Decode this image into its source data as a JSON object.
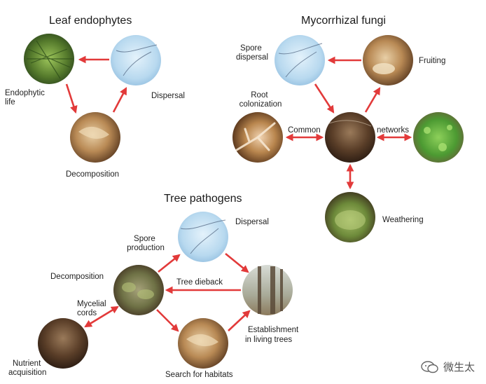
{
  "sections": {
    "leaf": {
      "title": "Leaf endophytes",
      "endophytic": [
        "Endophytic",
        "life"
      ],
      "dispersal": "Dispersal",
      "decomposition": "Decomposition"
    },
    "myco": {
      "title": "Mycorrhizal fungi",
      "spore": [
        "Spore",
        "dispersal"
      ],
      "fruiting": "Fruiting",
      "root": [
        "Root",
        "colonization"
      ],
      "common": "Common",
      "networks": "networks",
      "weathering": "Weathering"
    },
    "tree": {
      "title": "Tree pathogens",
      "spore": [
        "Spore",
        "production"
      ],
      "dispersal": "Dispersal",
      "decomposition": "Decomposition",
      "dieback": "Tree dieback",
      "mycelial": [
        "Mycelial",
        "cords"
      ],
      "establishment": [
        "Establishment",
        "in living trees"
      ],
      "nutrient": [
        "Nutrient",
        "acquisition"
      ],
      "search": "Search for habitats"
    }
  },
  "watermark": {
    "text": "微生太",
    "icon": "wechat-icon"
  },
  "colors": {
    "arrow": "#e23a3a",
    "sky": "#bcdcf2",
    "leaf_litter": "#b98a55",
    "moss": "#6d8a3a",
    "soil": "#4a3222",
    "bark": "#8a7a66",
    "grass": "#5aa63a"
  }
}
